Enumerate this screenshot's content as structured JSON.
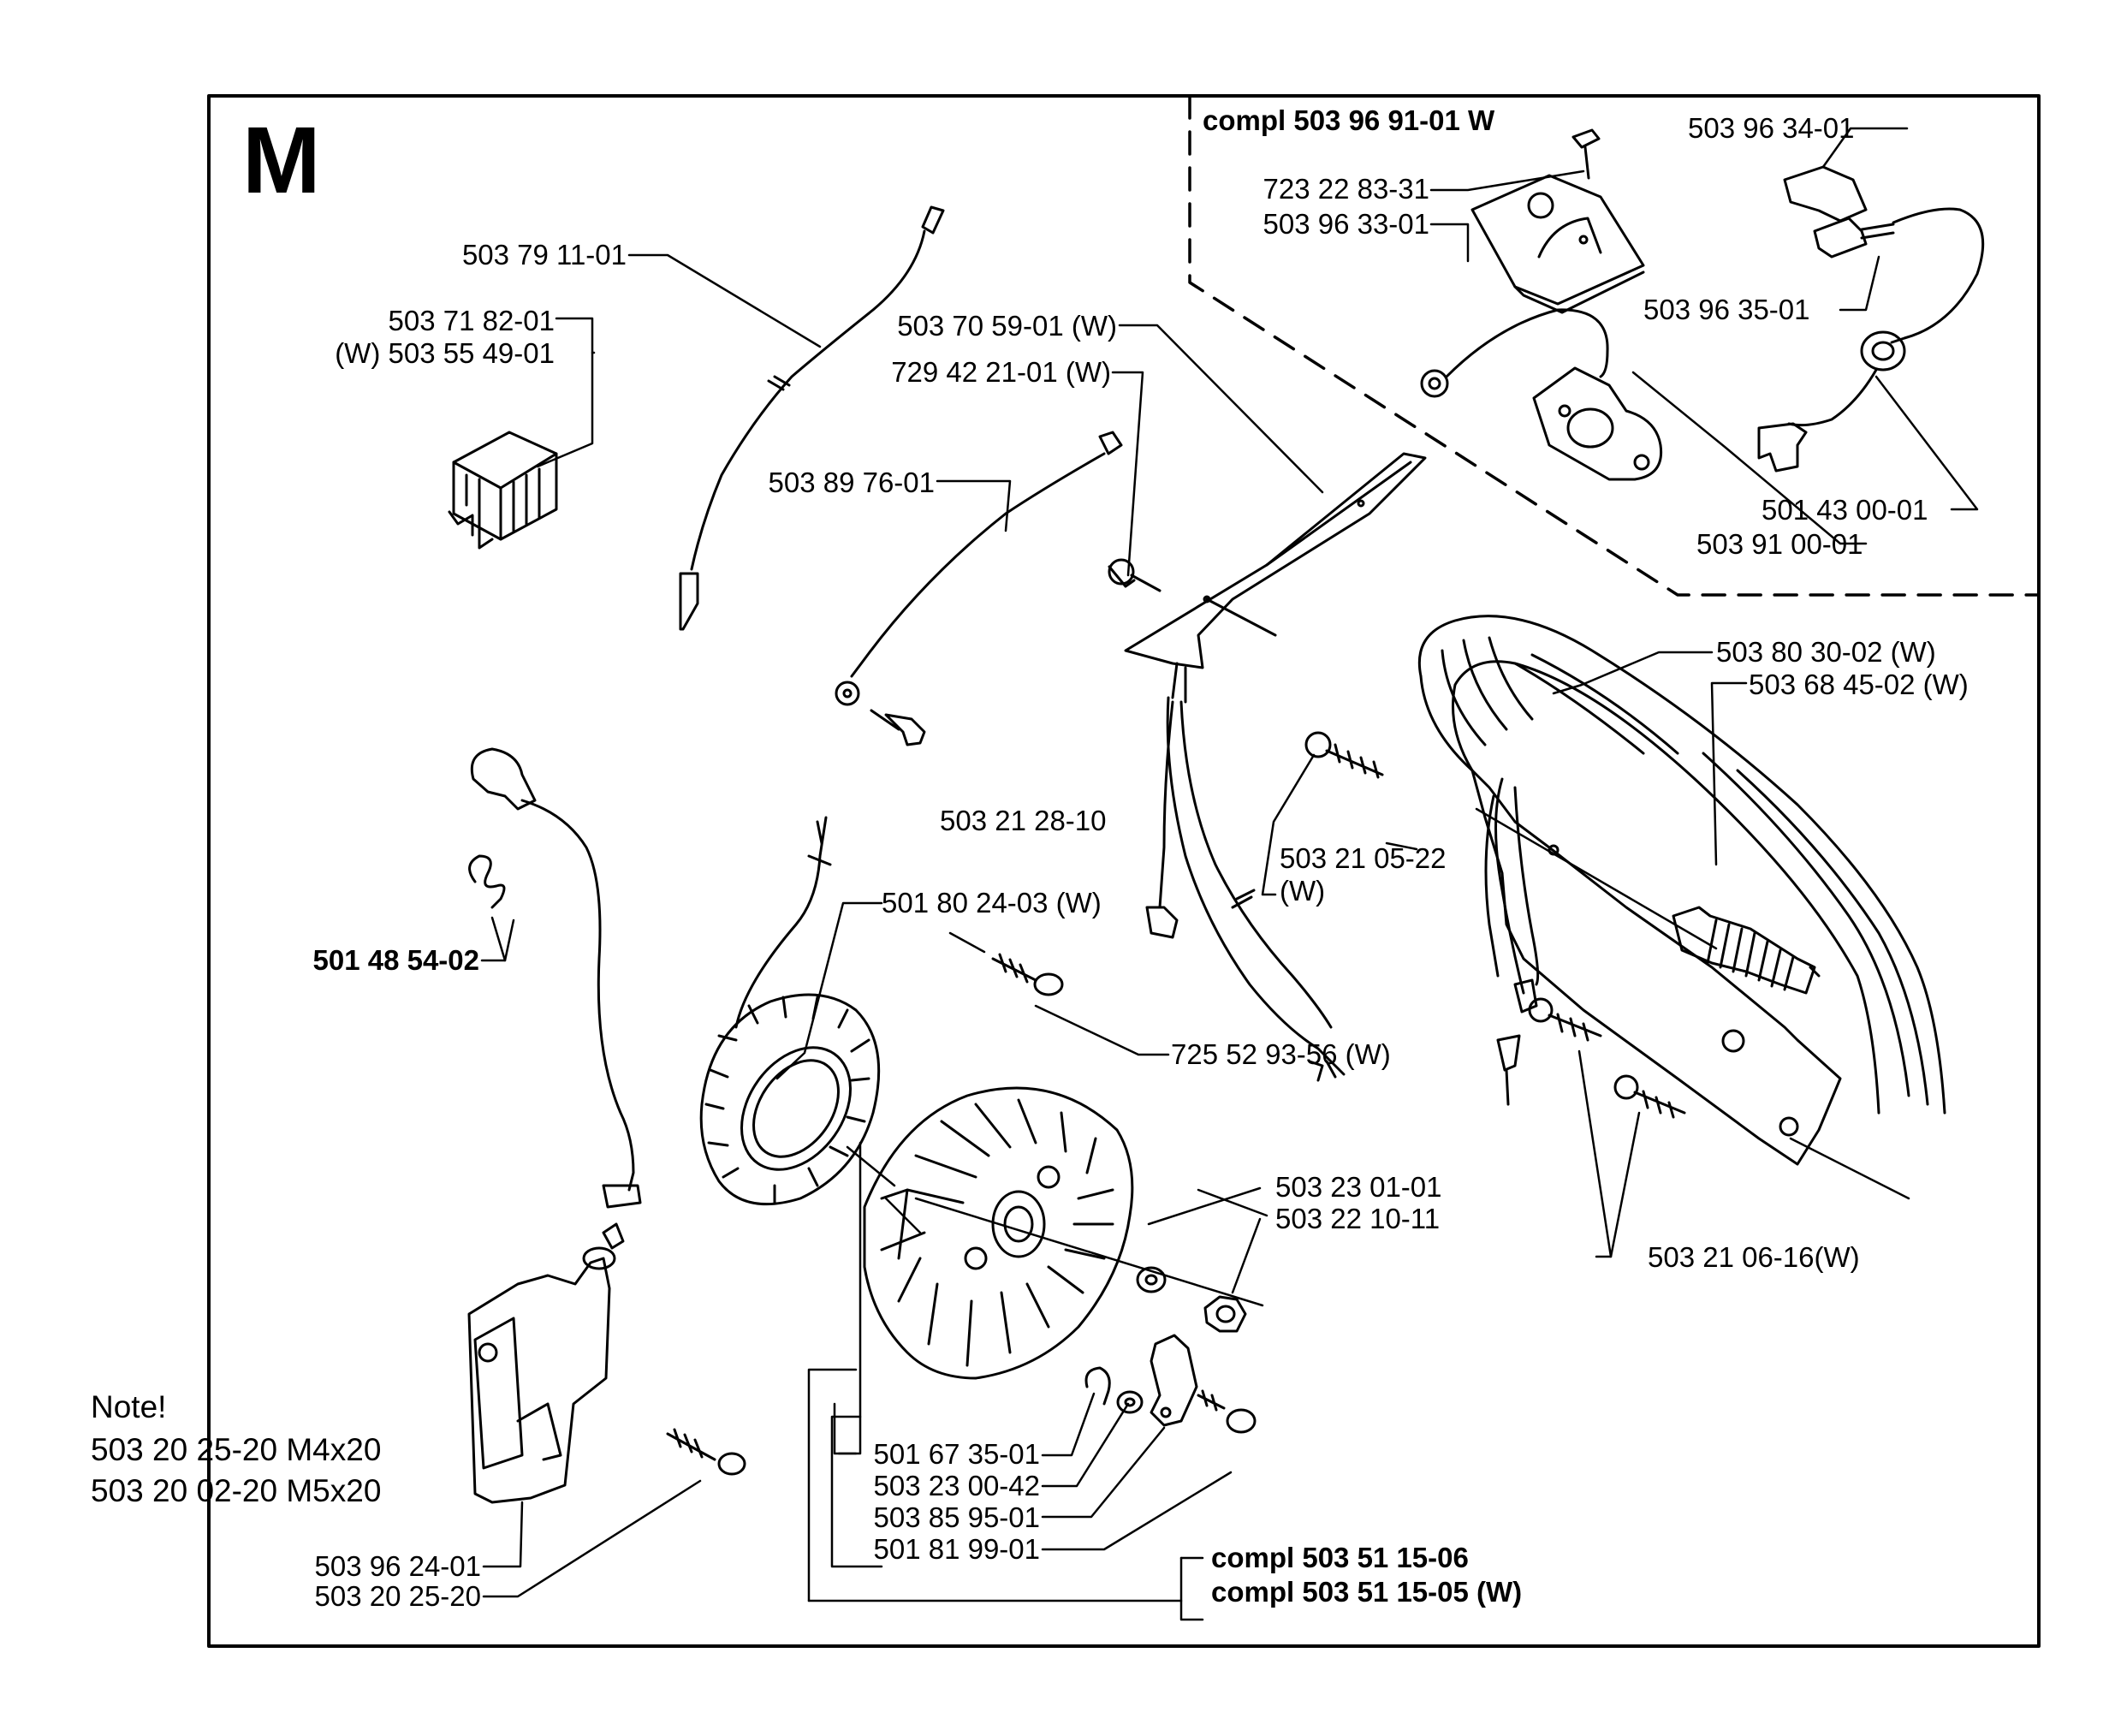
{
  "section_letter": "M",
  "kit_top": "compl 503 96 91-01 W",
  "kit_bottom": [
    "compl 503 51 15-06",
    "compl 503 51 15-05 (W)"
  ],
  "note": [
    "Note!",
    "503 20 25-20 M4x20",
    "503 20 02-20 M5x20"
  ],
  "labels": {
    "wire_short": "503 79 11-01",
    "switch_a": "503 71 82-01",
    "switch_b": "(W) 503 55 49-01",
    "wire_ground": "503 89 76-01",
    "bracket": "503 70 59-01 (W)",
    "bracket_screw": "729 42 21-01 (W)",
    "ground_screw": "503 21 28-10",
    "plate_screw": "723 22 83-31",
    "plate": "503 96 33-01",
    "heater_clip": "503 96 34-01",
    "heater_element": "503 96 35-01",
    "grommet": "501 43 00-01",
    "gasket": "503 91 00-01",
    "handle": "503 80 30-02 (W)",
    "damper": "503 68 45-02 (W)",
    "handle_screw_a": "503 21 05-22",
    "handle_screw_a_w": "(W)",
    "handle_screw_b": "503 21 06-16(W)",
    "spark_spring": "501 48 54-02",
    "generator": "501 80 24-03 (W)",
    "generator_screw": "725 52 93-56 (W)",
    "washer": "503 23 01-01",
    "nut": "503 22 10-11",
    "pawl_spring": "501 67 35-01",
    "pawl_washer": "503 23 00-42",
    "pawl": "503 85 95-01",
    "pawl_screw": "501 81 99-01",
    "ignition": "503 96 24-01",
    "ignition_screw": "503 20 25-20"
  }
}
